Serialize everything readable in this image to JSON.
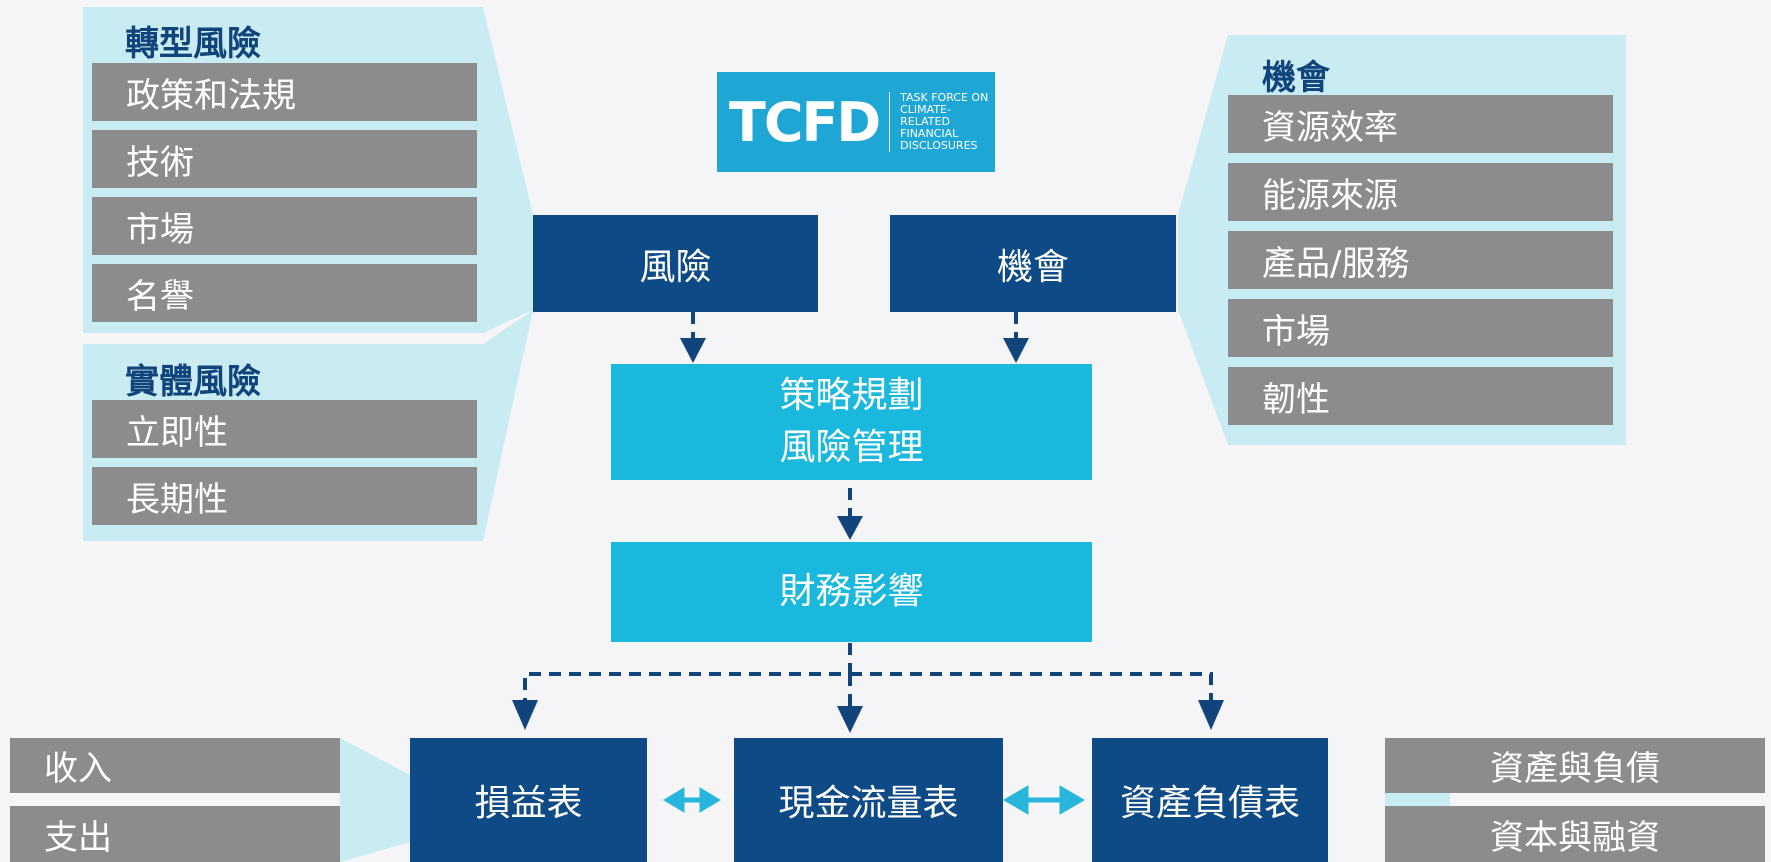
{
  "logo": {
    "mark": "TCFD",
    "subtitle": [
      "TASK FORCE ON",
      "CLIMATE-RELATED",
      "FINANCIAL",
      "DISCLOSURES"
    ]
  },
  "transition_risk": {
    "title": "轉型風險",
    "items": [
      "政策和法規",
      "技術",
      "市場",
      "名譽"
    ]
  },
  "physical_risk": {
    "title": "實體風險",
    "items": [
      "立即性",
      "長期性"
    ]
  },
  "opportunities": {
    "title": "機會",
    "items": [
      "資源效率",
      "能源來源",
      "產品/服務",
      "市場",
      "韌性"
    ]
  },
  "flow": {
    "risk": "風險",
    "opportunity": "機會",
    "strategy_line1": "策略規劃",
    "strategy_line2": "風險管理",
    "financial_impact": "財務影響",
    "income_statement": "損益表",
    "cash_flow_statement": "現金流量表",
    "balance_sheet": "資產負債表"
  },
  "income_items": [
    "收入",
    "支出"
  ],
  "balance_items": [
    "資產與負債",
    "資本與融資"
  ],
  "colors": {
    "navy": "#0d4a86",
    "cyan": "#1bb8dd",
    "grey": "#8c8c8f",
    "panel": "#c9ecf3",
    "arrow": "#12447c",
    "double_arrow": "#29b6dc"
  }
}
